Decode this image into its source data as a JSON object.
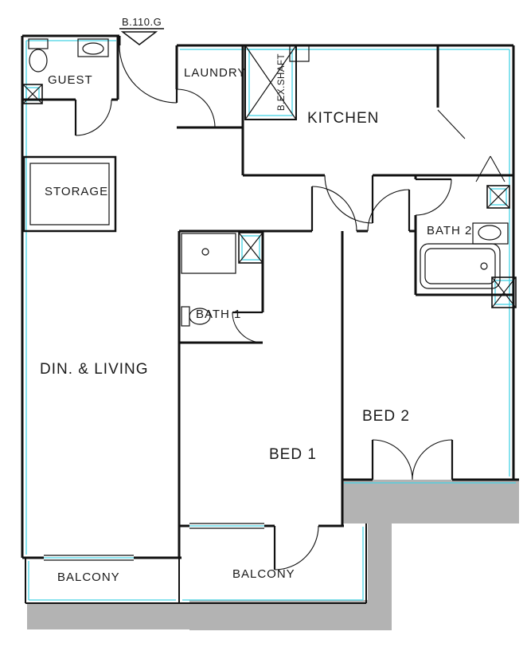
{
  "title": {
    "unit_label": "B.110.G"
  },
  "rooms": {
    "guest": "GUEST",
    "storage": "STORAGE",
    "laundry": "LAUNDRY",
    "shaft": "B.EX.SHAFT",
    "kitchen": "KITCHEN",
    "bath1": "BATH 1",
    "bath2": "BATH 2",
    "dining_living": "DIN. & LIVING",
    "bed1": "BED 1",
    "bed2": "BED 2",
    "balcony_left": "BALCONY",
    "balcony_center": "BALCONY"
  },
  "colors": {
    "wall": "#1a1a1a",
    "accent_cyan": "#45d2e4",
    "slab_gray": "#b3b3b3",
    "background": "#ffffff"
  }
}
